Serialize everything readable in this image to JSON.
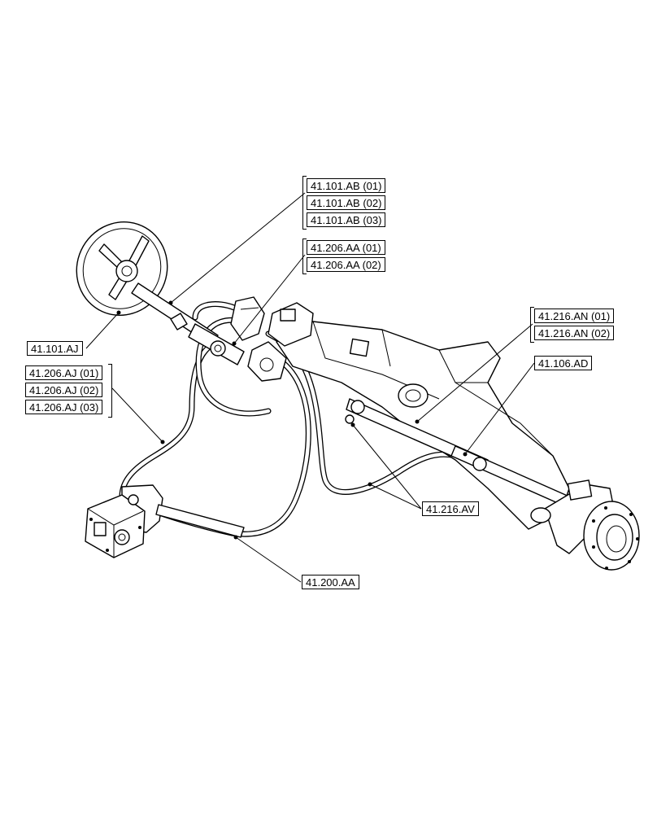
{
  "callouts": {
    "c1": "41.101.AB (01)",
    "c2": "41.101.AB (02)",
    "c3": "41.101.AB (03)",
    "c4": "41.206.AA (01)",
    "c5": "41.206.AA (02)",
    "c6": "41.216.AN (01)",
    "c7": "41.216.AN (02)",
    "c8": "41.106.AD",
    "c9": "41.101.AJ",
    "c10": "41.206.AJ (01)",
    "c11": "41.206.AJ (02)",
    "c12": "41.206.AJ (03)",
    "c13": "41.216.AV",
    "c14": "41.200.AA"
  }
}
